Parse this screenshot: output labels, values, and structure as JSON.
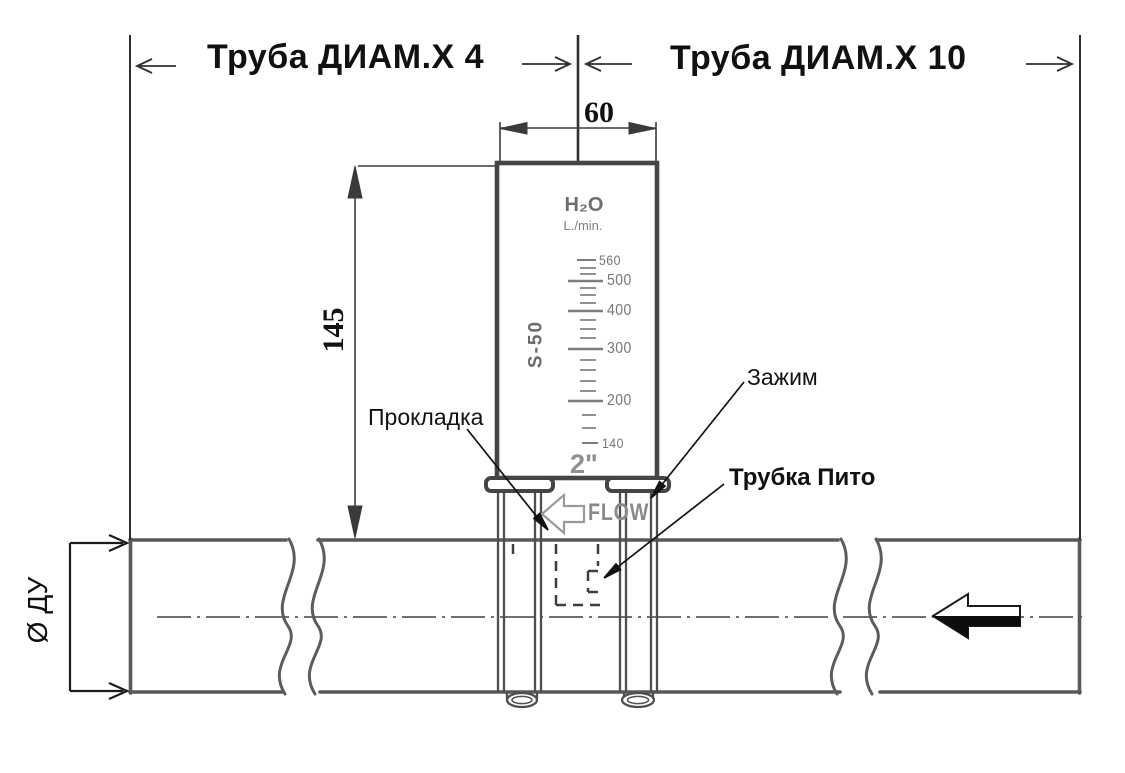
{
  "diagram": {
    "title_left": "Труба ДИАМ.X 4",
    "title_right": "Труба ДИАМ.X 10",
    "dim_top_width": "60",
    "dim_meter_height": "145",
    "dim_pipe_diameter": "Ø ДУ",
    "meter": {
      "medium": "H₂O",
      "units": "L./min.",
      "model": "S-50",
      "connection_size": "2\"",
      "flow_label": "FLOW",
      "scale_labels": [
        "560",
        "500",
        "400",
        "300",
        "200",
        "140"
      ]
    },
    "callouts": {
      "gasket": "Прокладка",
      "clamp": "Зажим",
      "pitot_tube": "Трубка Пито"
    },
    "colors": {
      "ink": "#3d3d3d",
      "pipe_line": "#595959",
      "meter_print": "#848484",
      "leader": "#111111"
    }
  }
}
